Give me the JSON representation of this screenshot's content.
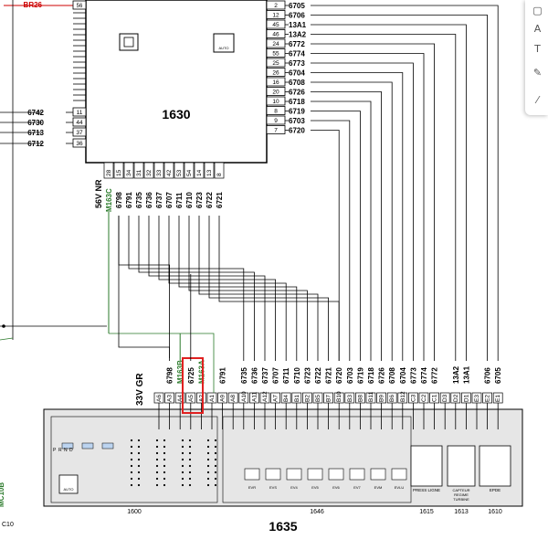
{
  "colors": {
    "line": "#000000",
    "red": "#cc0000",
    "green": "#2a7a2a",
    "highlight": "#e02020",
    "box_fill": "#e6e6e6"
  },
  "ecu_top": {
    "label": "1630",
    "right_pins": [
      {
        "pin": "2",
        "wire": "6705"
      },
      {
        "pin": "12",
        "wire": "6706"
      },
      {
        "pin": "45",
        "wire": "13A1"
      },
      {
        "pin": "46",
        "wire": "13A2"
      },
      {
        "pin": "24",
        "wire": "6772"
      },
      {
        "pin": "55",
        "wire": "6774"
      },
      {
        "pin": "25",
        "wire": "6773"
      },
      {
        "pin": "26",
        "wire": "6704"
      },
      {
        "pin": "16",
        "wire": "6708"
      },
      {
        "pin": "20",
        "wire": "6726"
      },
      {
        "pin": "10",
        "wire": "6718"
      },
      {
        "pin": "8",
        "wire": "6719"
      },
      {
        "pin": "9",
        "wire": "6703"
      },
      {
        "pin": "7",
        "wire": "6720"
      }
    ],
    "left_pins": [
      {
        "pin": "11",
        "wire": "6742"
      },
      {
        "pin": "44",
        "wire": "6730"
      },
      {
        "pin": "37",
        "wire": "6713"
      },
      {
        "pin": "36",
        "wire": "6712"
      }
    ],
    "top_left_pin": {
      "pin": "56",
      "wire": "BR26"
    },
    "bottom_pins": [
      {
        "pin": "28",
        "wire": "56V NR"
      },
      {
        "pin": "15",
        "wire": "6798"
      },
      {
        "pin": "34",
        "wire": "6791"
      },
      {
        "pin": "31",
        "wire": "6735"
      },
      {
        "pin": "32",
        "wire": "6736"
      },
      {
        "pin": "33",
        "wire": "6737"
      },
      {
        "pin": "42",
        "wire": "6707"
      },
      {
        "pin": "53",
        "wire": "6711"
      },
      {
        "pin": "54",
        "wire": "6710"
      },
      {
        "pin": "14",
        "wire": "6723"
      },
      {
        "pin": "13",
        "wire": "6722"
      },
      {
        "pin": "8",
        "wire": "6721"
      }
    ],
    "green_wire": "M163C"
  },
  "gearbox": {
    "label": "1635",
    "gray_label": "33V GR",
    "pins": [
      {
        "pin": "A6",
        "wire": ""
      },
      {
        "pin": "A3",
        "wire": "6798"
      },
      {
        "pin": "A4",
        "wire": "M163B"
      },
      {
        "pin": "A5",
        "wire": "6725"
      },
      {
        "pin": "A2",
        "wire": "M163A"
      },
      {
        "pin": "A1",
        "wire": ""
      },
      {
        "pin": "A9",
        "wire": "6791"
      },
      {
        "pin": "A8",
        "wire": ""
      },
      {
        "pin": "A10",
        "wire": "6735"
      },
      {
        "pin": "A11",
        "wire": "6736"
      },
      {
        "pin": "A12",
        "wire": "6737"
      },
      {
        "pin": "A7",
        "wire": "6707"
      },
      {
        "pin": "B4",
        "wire": "6711"
      },
      {
        "pin": "B1",
        "wire": "6710"
      },
      {
        "pin": "B2",
        "wire": "6723"
      },
      {
        "pin": "B5",
        "wire": "6722"
      },
      {
        "pin": "B7",
        "wire": "6721"
      },
      {
        "pin": "B10",
        "wire": "6720"
      },
      {
        "pin": "B3",
        "wire": "6703"
      },
      {
        "pin": "B8",
        "wire": "6719"
      },
      {
        "pin": "B11",
        "wire": "6718"
      },
      {
        "pin": "B9",
        "wire": "6726"
      },
      {
        "pin": "B6",
        "wire": "6708"
      },
      {
        "pin": "B12",
        "wire": "6704"
      },
      {
        "pin": "C3",
        "wire": "6773"
      },
      {
        "pin": "C2",
        "wire": "6774"
      },
      {
        "pin": "C1",
        "wire": "6772"
      },
      {
        "pin": "D3",
        "wire": ""
      },
      {
        "pin": "D2",
        "wire": "13A2"
      },
      {
        "pin": "D1",
        "wire": "13A1"
      },
      {
        "pin": "E3",
        "wire": ""
      },
      {
        "pin": "E2",
        "wire": "6706"
      },
      {
        "pin": "E1",
        "wire": "6705"
      }
    ],
    "sub_labels": [
      "1600",
      "1646",
      "1615",
      "1613",
      "1610"
    ],
    "sensor_texts": [
      "PRESS LIGNE",
      "CAPTEUR REGIME TURBINE",
      "EPDE"
    ],
    "ev_labels": [
      "EVR",
      "EVS",
      "EV4",
      "EV5",
      "EV6",
      "EV7",
      "EVM",
      "EVLU"
    ],
    "selector_letters": [
      "P",
      "R",
      "N",
      "D"
    ]
  },
  "left_green_label": "MC10B",
  "left_bottom_label": "C10",
  "icons": [
    "chip-icon",
    "gearbox-icon",
    "pointer-icon",
    "text-a-icon",
    "text-t-icon",
    "edit-icon",
    "brush-icon"
  ]
}
